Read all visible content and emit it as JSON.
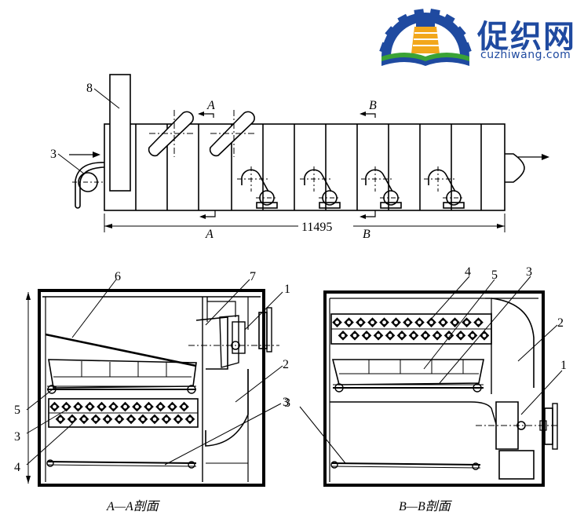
{
  "brand": {
    "name_cn": "促织网",
    "url": "cuzhiwang.com",
    "logo_icon": "gear-spool-book-logo",
    "colors": {
      "blue": "#1f4aa0",
      "orange": "#f2a71b",
      "green": "#3aa336"
    }
  },
  "top_view": {
    "dimension": "11495",
    "section_marks": [
      "A",
      "B",
      "A",
      "B"
    ],
    "part_labels": [
      "8",
      "3"
    ]
  },
  "section_a": {
    "caption": "A—A剖面",
    "part_labels": [
      "6",
      "7",
      "1",
      "2",
      "3",
      "5",
      "3",
      "4"
    ]
  },
  "section_b": {
    "caption": "B—B剖面",
    "part_labels": [
      "4",
      "5",
      "3",
      "2",
      "1",
      "3"
    ]
  }
}
